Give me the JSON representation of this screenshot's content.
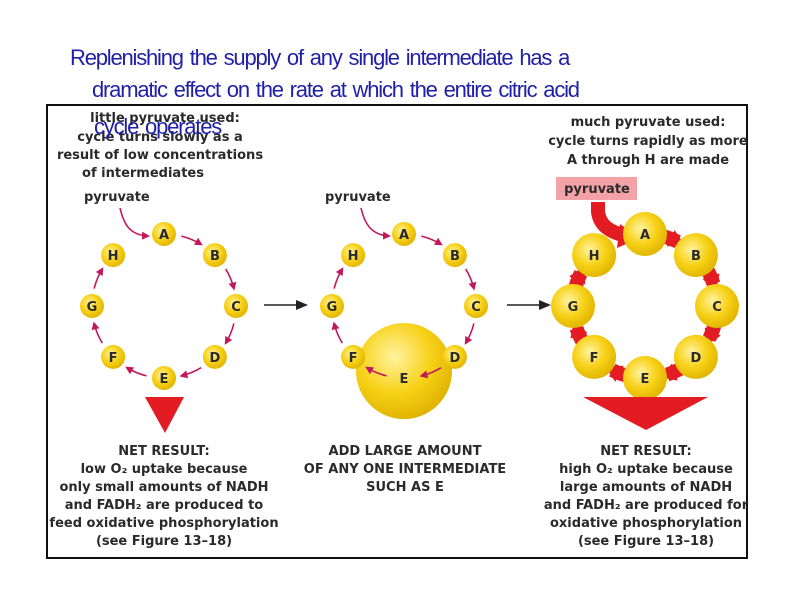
{
  "title": {
    "line1": "Replenishing the supply of any single intermediate has a",
    "line2": "dramatic  effect on the rate at which the entire citric acid",
    "line3": "cycle  operates"
  },
  "panels": [
    {
      "caption": [
        "little pyruvate used:",
        "cycle turns slowly as a",
        "result of low concentrations",
        "of intermediates"
      ],
      "input_label": "pyruvate",
      "nodes": [
        "A",
        "B",
        "C",
        "D",
        "E",
        "F",
        "G",
        "H"
      ],
      "result": [
        "NET RESULT:",
        "low O₂ uptake because",
        "only small amounts of NADH",
        "and FADH₂ are produced to",
        "feed oxidative phosphorylation",
        "(see Figure 13–18)"
      ]
    },
    {
      "input_label": "pyruvate",
      "nodes": [
        "A",
        "B",
        "C",
        "D",
        "E",
        "F",
        "G",
        "H"
      ],
      "result": [
        "ADD LARGE AMOUNT",
        "OF ANY ONE INTERMEDIATE",
        "SUCH AS E"
      ]
    },
    {
      "caption": [
        "much pyruvate used:",
        "cycle turns rapidly as more",
        "A through H are made"
      ],
      "input_label": "pyruvate",
      "nodes": [
        "A",
        "B",
        "C",
        "D",
        "E",
        "F",
        "G",
        "H"
      ],
      "result": [
        "NET RESULT:",
        "high O₂ uptake because",
        "large amounts of NADH",
        "and FADH₂ are produced for",
        "oxidative phosphorylation",
        "(see Figure 13–18)"
      ]
    }
  ],
  "colors": {
    "title": "#1f1fa8",
    "node_fill": "#f7d117",
    "arrow_thin": "#c2185b",
    "arrow_thick": "#e31b23",
    "pyruvate_box": "#f3a3a8",
    "text": "#2a2a2a"
  }
}
